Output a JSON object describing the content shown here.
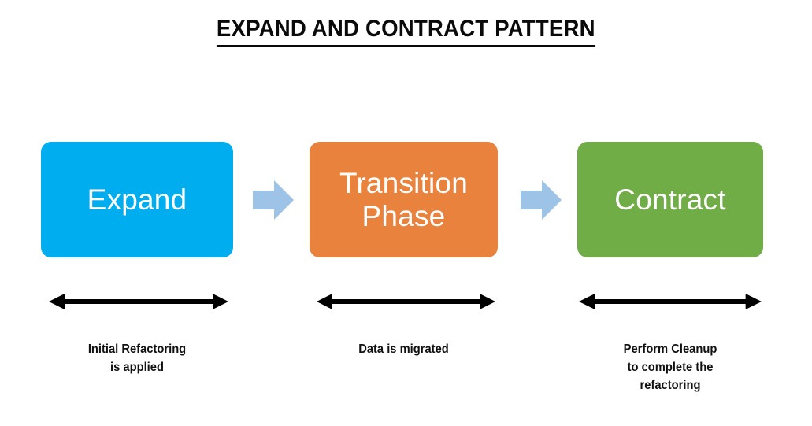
{
  "page": {
    "background_color": "#ffffff",
    "title": "EXPAND AND CONTRACT PATTERN"
  },
  "diagram": {
    "type": "process-flow",
    "phases": [
      {
        "id": "expand",
        "label": "Expand",
        "color": "#00AEEF",
        "caption": "Initial Refactoring\nis applied"
      },
      {
        "id": "transition",
        "label": "Transition\nPhase",
        "color": "#E8823C",
        "caption": "Data is migrated"
      },
      {
        "id": "contract",
        "label": "Contract",
        "color": "#70AD47",
        "caption": "Perform Cleanup\nto complete the\nrefactoring"
      }
    ],
    "connectors": [
      {
        "id": "connector-1",
        "from": "expand",
        "to": "transition",
        "icon": "right-block-arrow-icon",
        "color": "#9DC3E6"
      },
      {
        "id": "connector-2",
        "from": "transition",
        "to": "contract",
        "icon": "right-block-arrow-icon",
        "color": "#9DC3E6"
      }
    ],
    "span_arrows": [
      {
        "id": "span-arrow-expand",
        "icon": "double-headed-arrow-icon",
        "color": "#000000"
      },
      {
        "id": "span-arrow-transition",
        "icon": "double-headed-arrow-icon",
        "color": "#000000"
      },
      {
        "id": "span-arrow-contract",
        "icon": "double-headed-arrow-icon",
        "color": "#000000"
      }
    ]
  }
}
